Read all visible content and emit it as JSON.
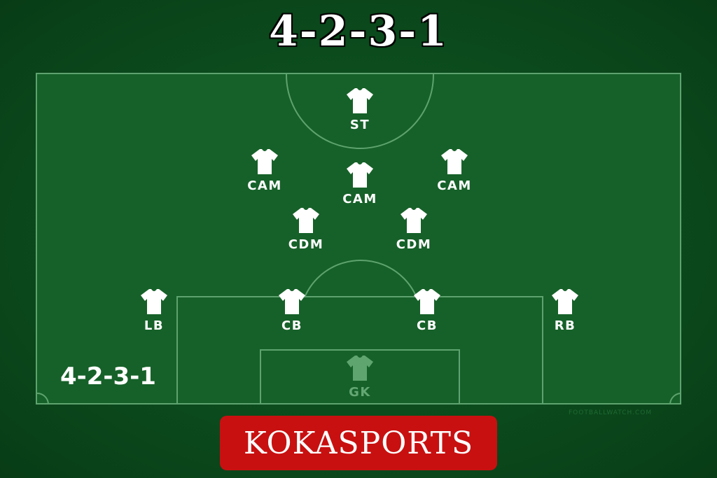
{
  "title": "4-2-3-1",
  "formation_label": "4-2-3-1",
  "watermark": "FOOTBALLWATCH.COM",
  "brand": "KOKASPORTS",
  "colors": {
    "pitch": "#166129",
    "lines": "#5ea36f",
    "shirt": "#ffffff",
    "goalkeeper_shirt": "#5fa570",
    "brand_background": "#c81010"
  },
  "players": [
    {
      "position": "ST"
    },
    {
      "position": "CAM"
    },
    {
      "position": "CAM"
    },
    {
      "position": "CAM"
    },
    {
      "position": "CDM"
    },
    {
      "position": "CDM"
    },
    {
      "position": "LB"
    },
    {
      "position": "CB"
    },
    {
      "position": "CB"
    },
    {
      "position": "RB"
    },
    {
      "position": "GK"
    }
  ]
}
